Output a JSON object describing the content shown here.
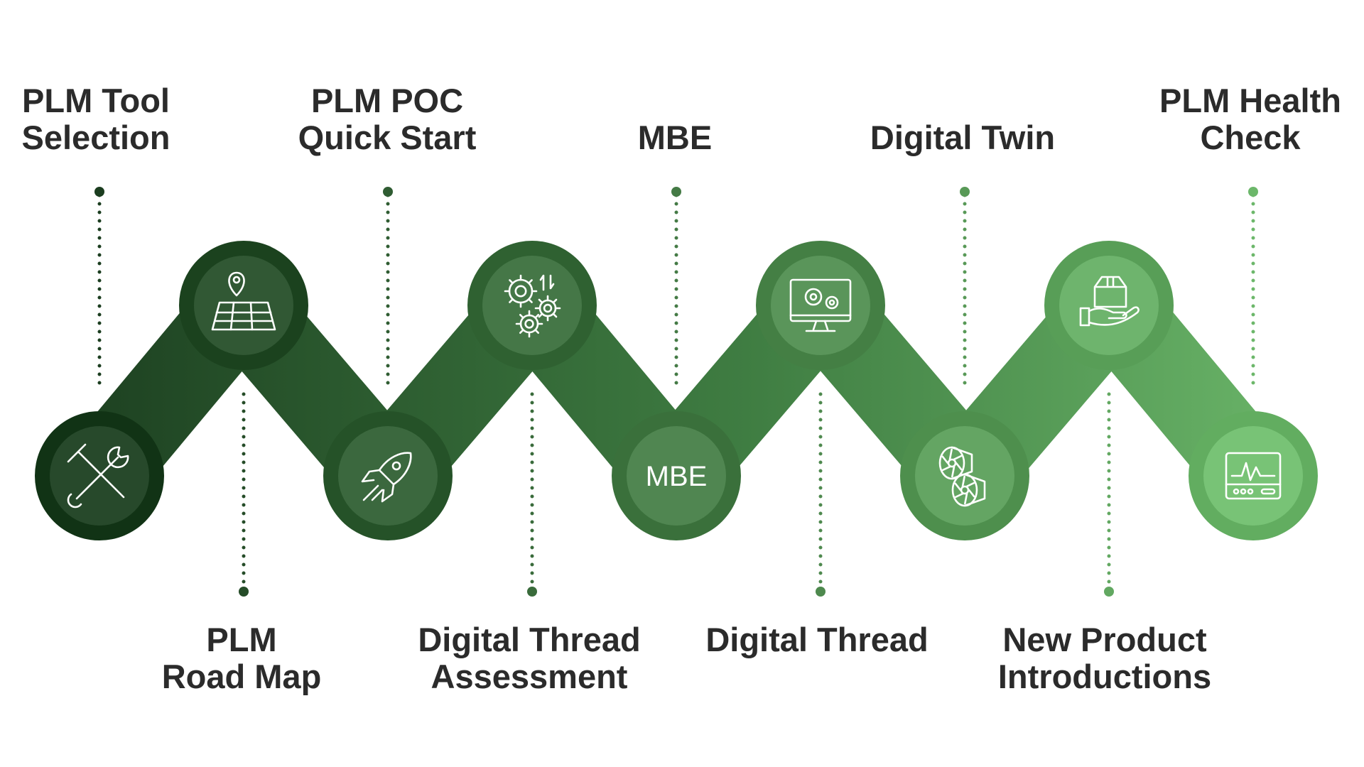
{
  "steps": [
    {
      "lines": [
        "PLM Tool",
        "Selection"
      ],
      "icon": "tools-icon"
    },
    {
      "lines": [
        "PLM",
        "Road Map"
      ],
      "icon": "map-pin-icon"
    },
    {
      "lines": [
        "PLM POC",
        "Quick Start"
      ],
      "icon": "rocket-icon"
    },
    {
      "lines": [
        "Digital Thread",
        "Assessment"
      ],
      "icon": "gears-icon"
    },
    {
      "lines": [
        "MBE"
      ],
      "icon": "mbe-icon"
    },
    {
      "lines": [
        "Digital Thread"
      ],
      "icon": "monitor-gears-icon"
    },
    {
      "lines": [
        "Digital Twin"
      ],
      "icon": "turbines-icon"
    },
    {
      "lines": [
        "New Product",
        "Introductions"
      ],
      "icon": "package-hand-icon"
    },
    {
      "lines": [
        "PLM Health",
        "Check"
      ],
      "icon": "health-monitor-icon"
    }
  ],
  "icon_text": {
    "mbe": "MBE"
  },
  "colors": {
    "gradient_start": "#1b3d1f",
    "gradient_end": "#6cb76a",
    "label": "#2b2b2b"
  }
}
